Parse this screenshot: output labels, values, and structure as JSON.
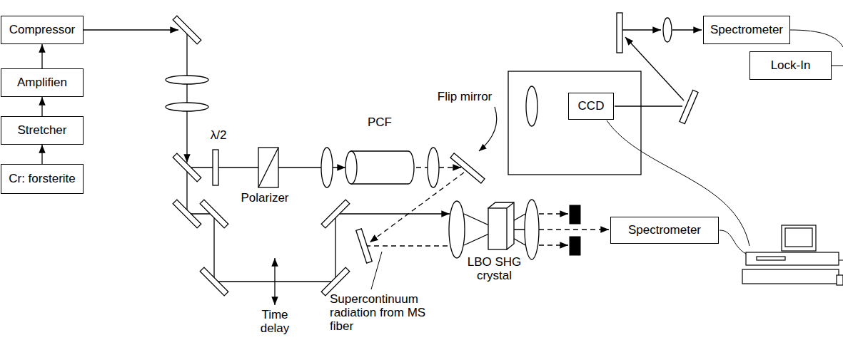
{
  "diagram": {
    "nodes": [
      {
        "text": [
          "Compressor"
        ]
      },
      {
        "text": [
          "Amplifien"
        ]
      },
      {
        "text": [
          "Stretcher"
        ]
      },
      {
        "text": [
          "Cr: forsterite"
        ]
      },
      {
        "text": [
          "PCF"
        ]
      },
      {
        "text": [
          "CCD"
        ]
      },
      {
        "text": [
          "Spectrometer"
        ]
      },
      {
        "text": [
          "Lock-In"
        ]
      },
      {
        "text": [
          "Spectrometer"
        ]
      }
    ],
    "edges": [
      {
        "from": 3,
        "to": 2,
        "arrow": "to"
      },
      {
        "from": 2,
        "to": 1,
        "arrow": "to"
      },
      {
        "from": 1,
        "to": 0,
        "arrow": "to"
      }
    ],
    "labels": [
      "λ/2",
      "Polarizer",
      "Flip mirror",
      "Time delay",
      "Supercontinuum radiation from MS fiber",
      "LBO SHG crystal"
    ]
  }
}
